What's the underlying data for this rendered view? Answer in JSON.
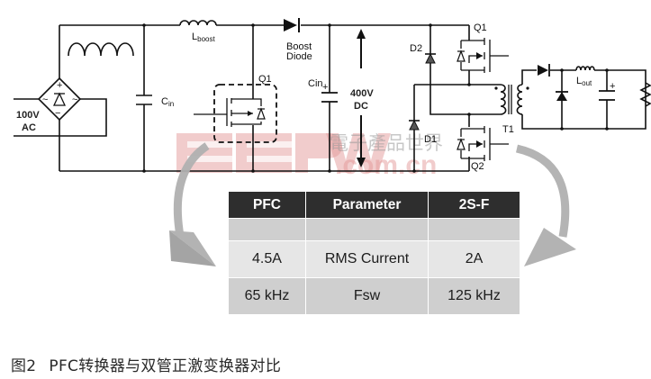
{
  "diagram": {
    "source": {
      "label_line1": "100V",
      "label_line2": "AC",
      "bridge_plus": "+",
      "bridge_minus": "−",
      "bridge_ac": "~"
    },
    "pfc_stage": {
      "input_cap_label": "C",
      "input_cap_sub": "in",
      "inductor_label": "L",
      "inductor_sub": "boost",
      "switch_label": "Q1",
      "diode_label_line1": "Boost",
      "diode_label_line2": "Diode",
      "bulk_cap_label": "Cin",
      "bulk_cap_polarity": "+",
      "bus_voltage_line1": "400V",
      "bus_voltage_line2": "DC"
    },
    "forward_stage": {
      "high_switch_label": "Q1",
      "low_switch_label": "Q2",
      "clamp_diode_top_label": "D2",
      "clamp_diode_bottom_label": "D1",
      "transformer_label": "T1",
      "output_inductor_label": "L",
      "output_inductor_sub": "out",
      "output_cap_polarity": "+"
    },
    "watermark": {
      "brand": "EEPW",
      "domain": ".com.cn",
      "chinese": "電子產品世界"
    }
  },
  "table": {
    "headers": [
      "PFC",
      "Parameter",
      "2S-F"
    ],
    "rows": [
      [
        "",
        "",
        ""
      ],
      [
        "4.5A",
        "RMS Current",
        "2A"
      ],
      [
        "65 kHz",
        "Fsw",
        "125 kHz"
      ]
    ]
  },
  "caption": {
    "figure_number": "图2",
    "text": "PFC转换器与双管正激变换器对比"
  }
}
